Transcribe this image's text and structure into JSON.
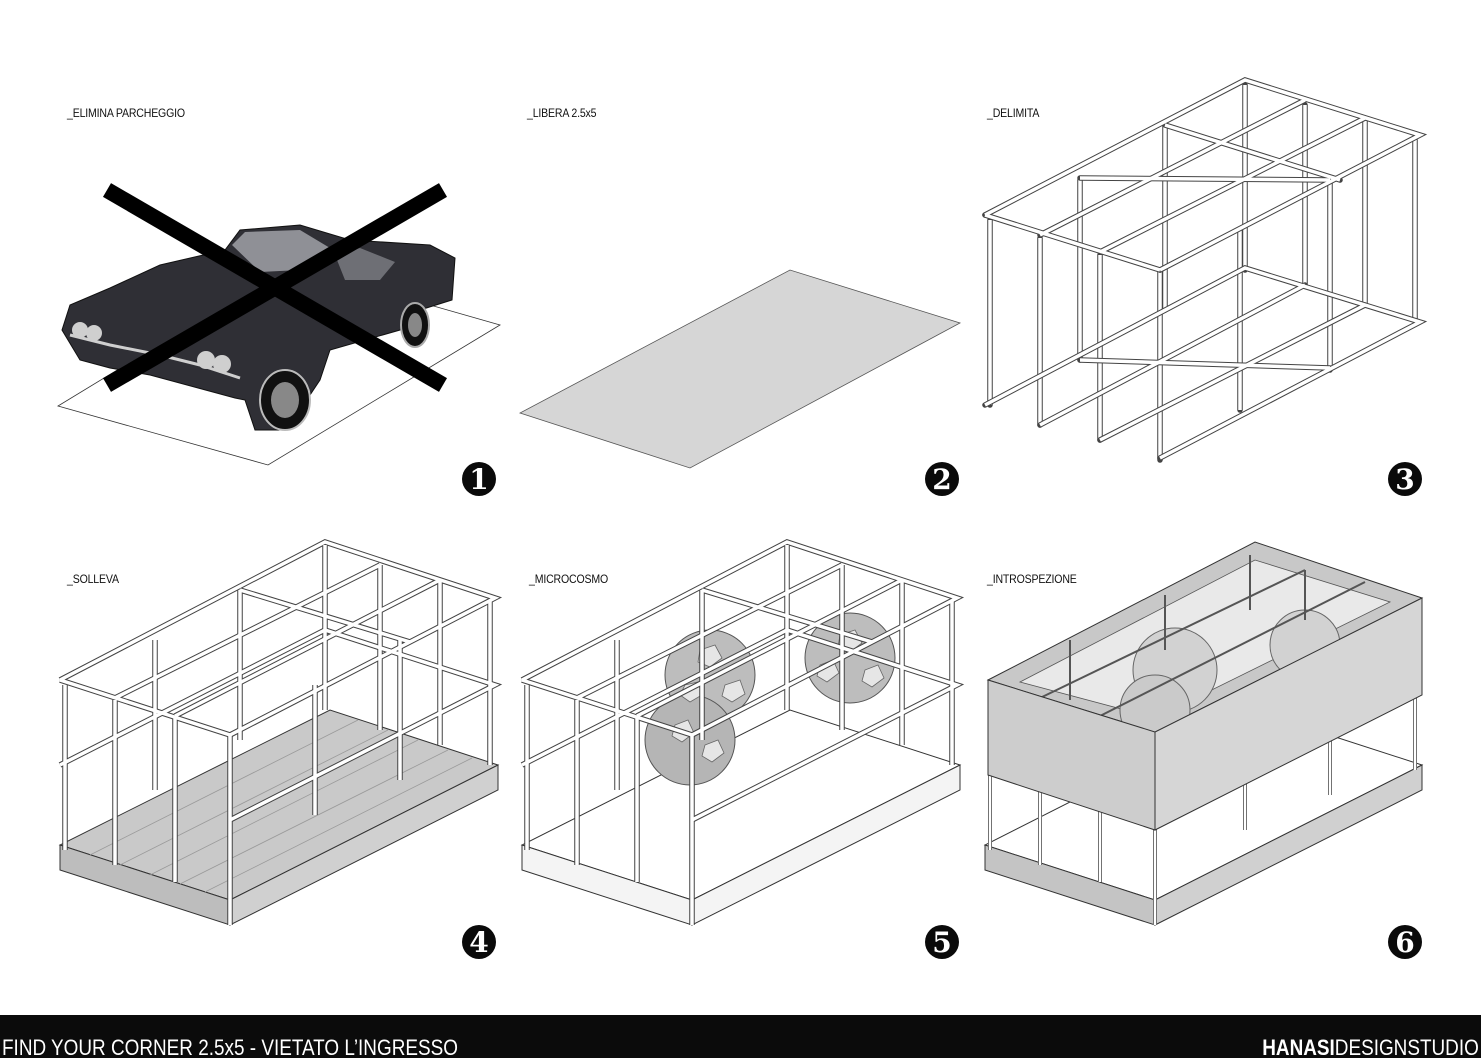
{
  "panels": [
    {
      "label": "_ELIMINA PARCHEGGIO",
      "step": "1"
    },
    {
      "label": "_LIBERA 2.5x5",
      "step": "2"
    },
    {
      "label": "_DELIMITA",
      "step": "3"
    },
    {
      "label": "_SOLLEVA",
      "step": "4"
    },
    {
      "label": "_MICROCOSMO",
      "step": "5"
    },
    {
      "label": "_INTROSPEZIONE",
      "step": "6"
    }
  ],
  "footer": {
    "title": "FIND YOUR CORNER 2.5x5 - VIETATO L’INGRESSO",
    "brand_bold": "HANASI",
    "brand_rest": "DESIGNSTUDIO"
  },
  "colors": {
    "ink": "#111111",
    "floor": "#d6d6d6",
    "panel_fill": "#cfcfcf",
    "footer_bg": "#0b0b0b"
  },
  "icons": [
    "car-image",
    "cross-out-icon",
    "soccer-ball-sphere"
  ]
}
